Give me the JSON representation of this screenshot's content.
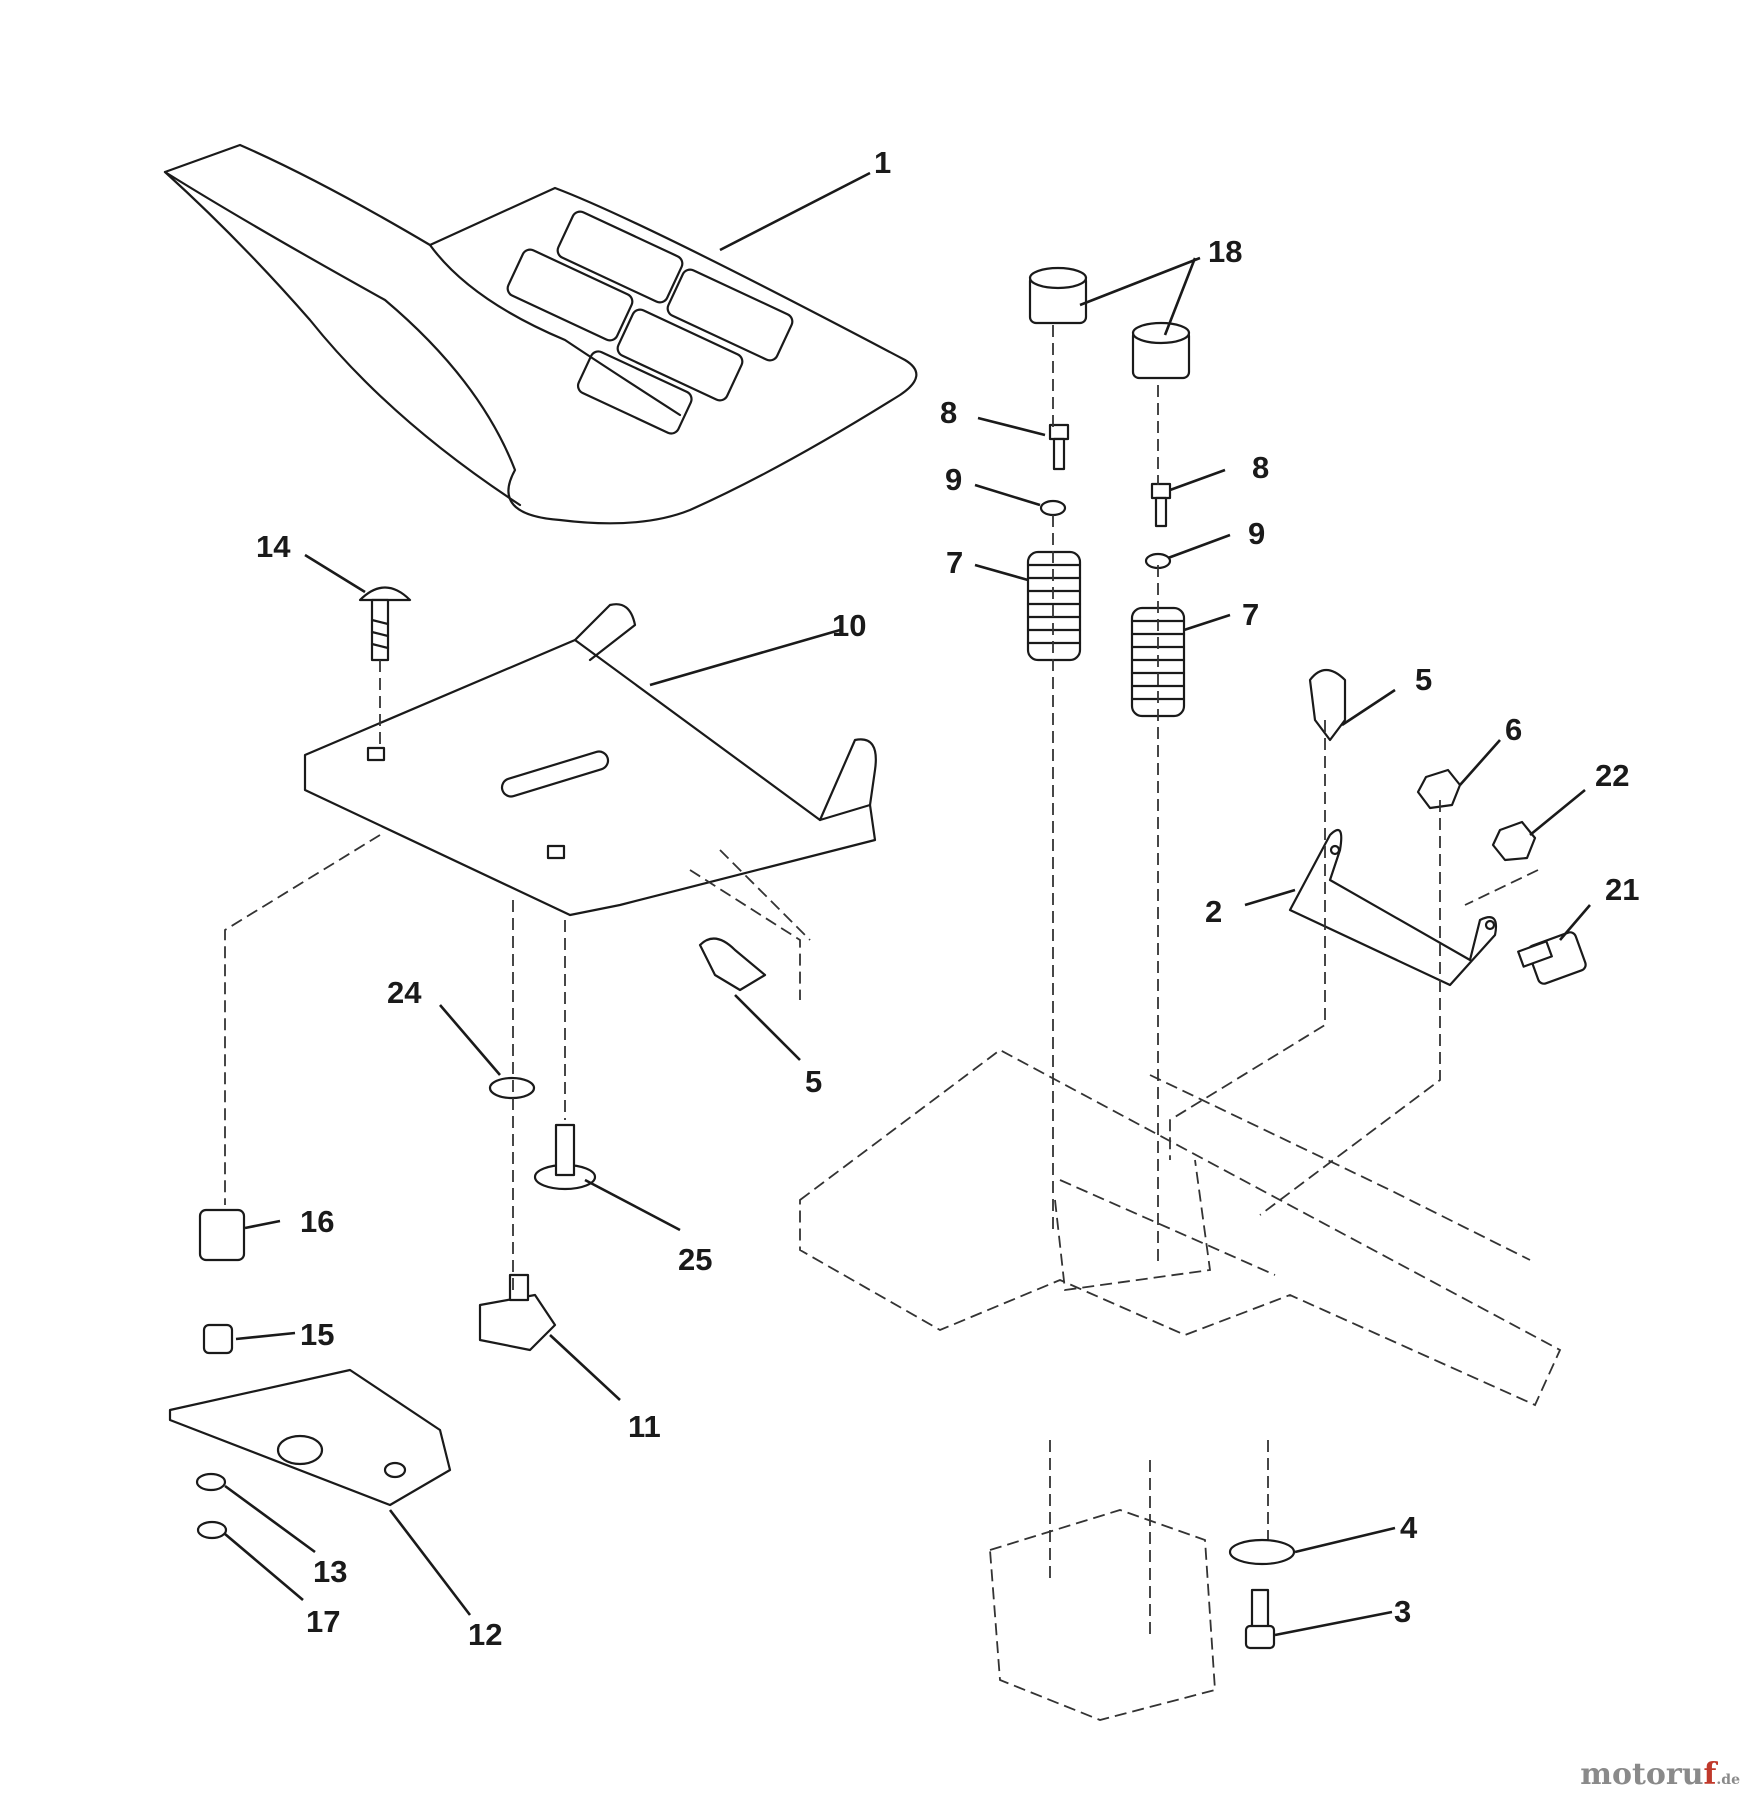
{
  "watermark": {
    "main": "motoruf",
    "suffix": ".de",
    "accent_color": "#c0392b"
  },
  "callouts": {
    "c1": "1",
    "c2": "2",
    "c3": "3",
    "c4": "4",
    "c5a": "5",
    "c5b": "5",
    "c6": "6",
    "c7a": "7",
    "c7b": "7",
    "c8a": "8",
    "c8b": "8",
    "c9a": "9",
    "c9b": "9",
    "c10": "10",
    "c11": "11",
    "c12": "12",
    "c13": "13",
    "c14": "14",
    "c15": "15",
    "c16": "16",
    "c17": "17",
    "c18": "18",
    "c21": "21",
    "c22": "22",
    "c24": "24",
    "c25": "25"
  }
}
